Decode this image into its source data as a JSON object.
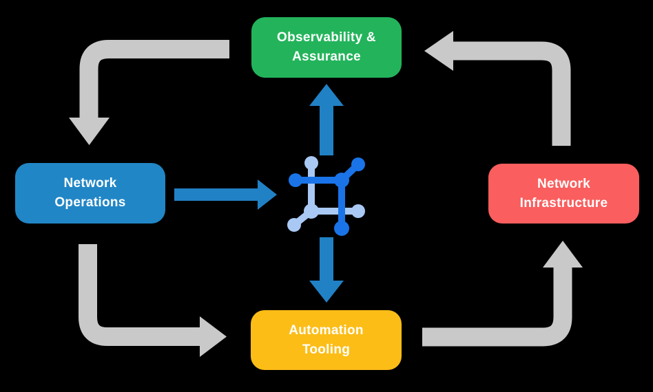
{
  "diagram": {
    "background_color": "#000000",
    "nodes": [
      {
        "id": "observability-assurance",
        "lines": [
          "Observability &",
          "Assurance"
        ],
        "color": "#23b45b"
      },
      {
        "id": "network-operations",
        "lines": [
          "Network",
          "Operations"
        ],
        "color": "#2186c6"
      },
      {
        "id": "network-infrastructure",
        "lines": [
          "Network",
          "Infrastructure"
        ],
        "color": "#fa5e5e"
      },
      {
        "id": "automation-tooling",
        "lines": [
          "Automation",
          "Tooling"
        ],
        "color": "#fcbd17"
      }
    ],
    "center_icon": {
      "name": "network-mesh-icon",
      "dark_color": "#1a74e8",
      "light_color": "#a9c9f4"
    },
    "flows": [
      {
        "from": "Observability & Assurance",
        "to": "Network Operations",
        "style": "gray-elbow"
      },
      {
        "from": "Network Operations",
        "to": "Automation Tooling",
        "style": "gray-elbow"
      },
      {
        "from": "Automation Tooling",
        "to": "Network Infrastructure",
        "style": "gray-elbow"
      },
      {
        "from": "Network Infrastructure",
        "to": "Observability & Assurance",
        "style": "gray-elbow"
      },
      {
        "from": "Network Operations",
        "to": "center-icon",
        "style": "blue-straight"
      },
      {
        "from": "center-icon",
        "to": "Observability & Assurance",
        "style": "blue-straight"
      },
      {
        "from": "center-icon",
        "to": "Automation Tooling",
        "style": "blue-straight"
      }
    ],
    "colors": {
      "arrow_gray": "#c9c9c9",
      "arrow_blue": "#2181c5",
      "text": "#ffffff"
    }
  }
}
